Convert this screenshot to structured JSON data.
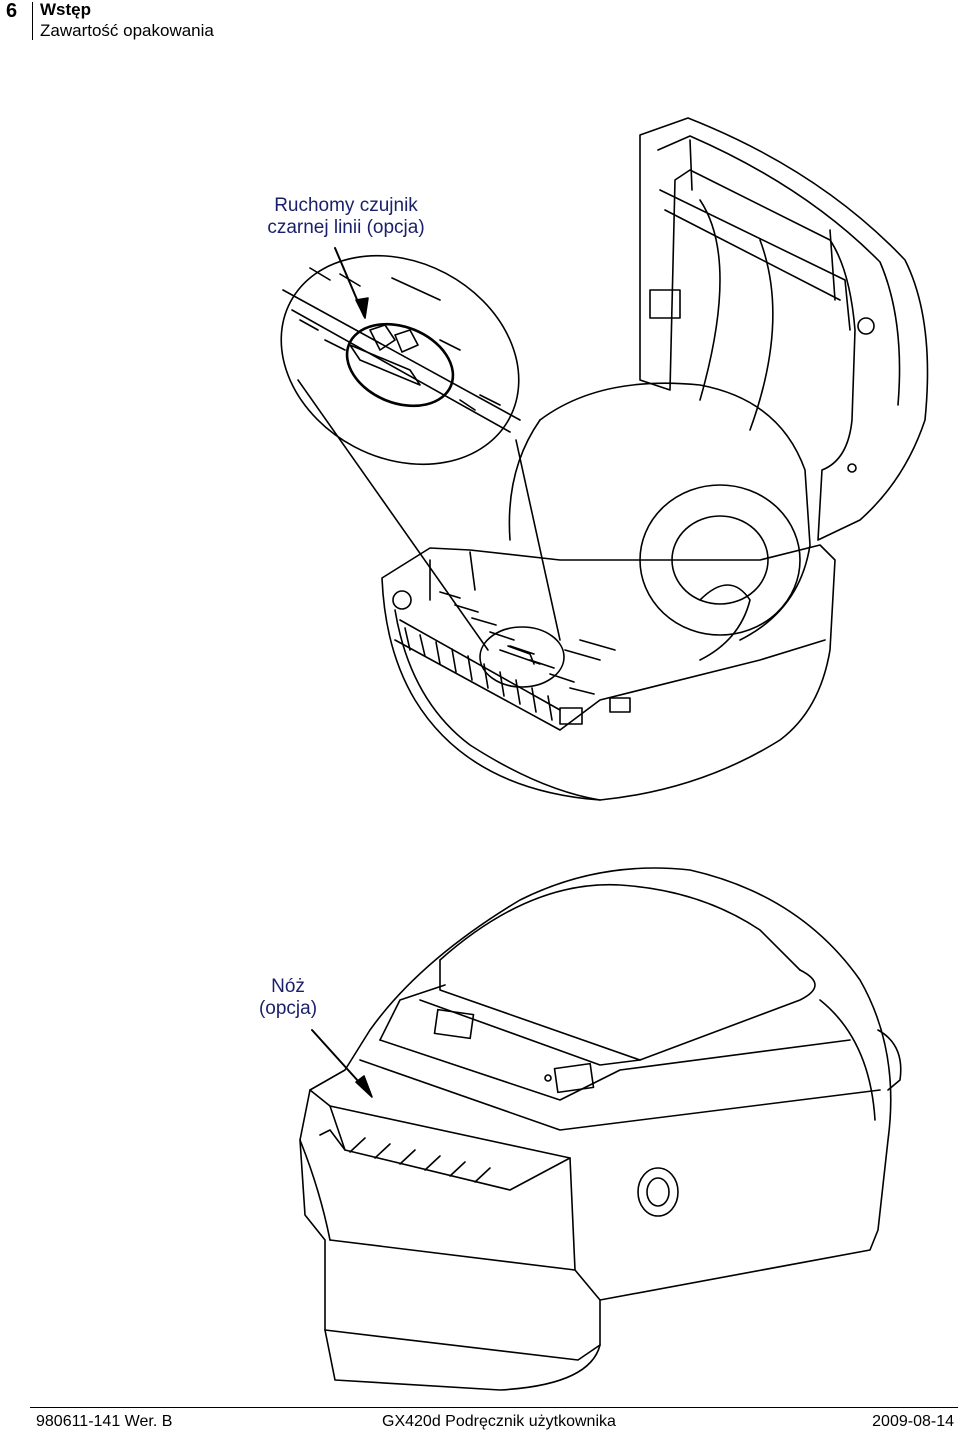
{
  "header": {
    "page_number": "6",
    "chapter": "Wstęp",
    "section": "Zawartość opakowania"
  },
  "figure_top": {
    "callout_line1": "Ruchomy czujnik",
    "callout_line2": "czarnej linii (opcja)"
  },
  "figure_bottom": {
    "callout_line1": "Nóż",
    "callout_line2": "(opcja)"
  },
  "footer": {
    "left": "980611-141 Wer. B",
    "center": "GX420d Podręcznik użytkownika",
    "right": "2009-08-14"
  },
  "colors": {
    "callout_text": "#1a1f6b",
    "line_art": "#000000"
  }
}
